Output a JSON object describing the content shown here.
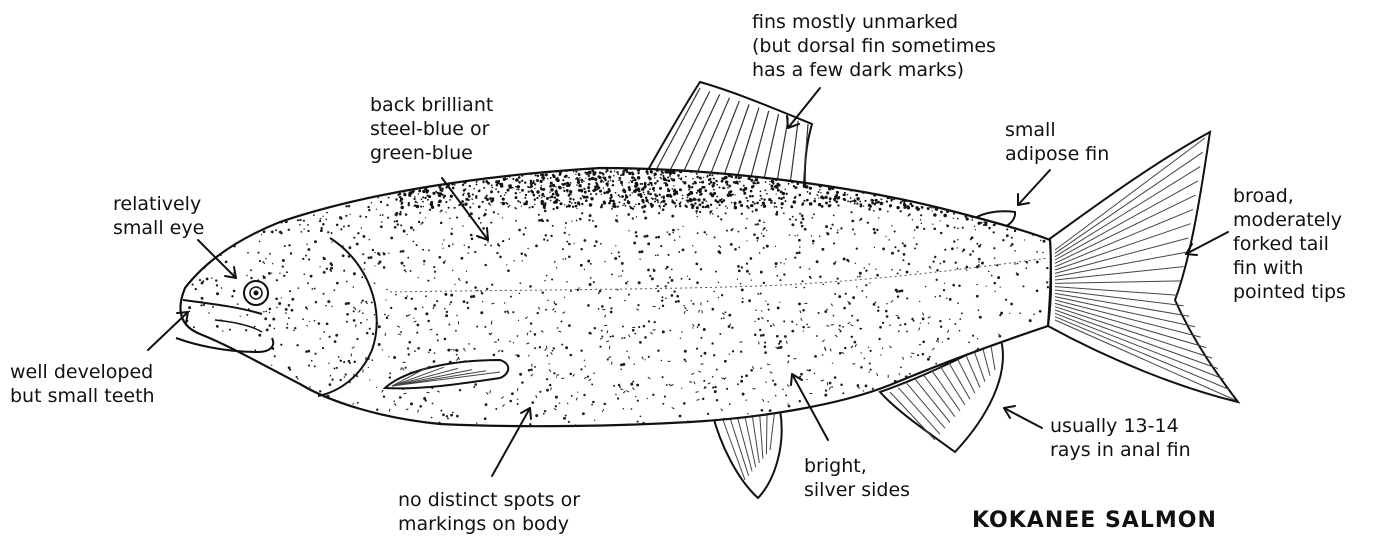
{
  "title": "KOKANEE SALMON",
  "colors": {
    "ink": "#111111",
    "paper": "#ffffff"
  },
  "labels": {
    "dorsal_fin": [
      "fins mostly unmarked",
      "(but dorsal fin sometimes",
      "has a few dark marks)"
    ],
    "back": [
      "back brilliant",
      "steel-blue or",
      "green-blue"
    ],
    "adipose": [
      "small",
      "adipose fin"
    ],
    "eye": [
      "relatively",
      "small eye"
    ],
    "tail": [
      "broad,",
      "moderately",
      "forked tail",
      "fin with",
      "pointed tips"
    ],
    "teeth": [
      "well developed",
      "but small teeth"
    ],
    "anal_fin": [
      "usually 13-14",
      "rays in anal fin"
    ],
    "sides": [
      "bright,",
      "silver sides"
    ],
    "body": [
      "no distinct spots or",
      "markings on body"
    ]
  }
}
